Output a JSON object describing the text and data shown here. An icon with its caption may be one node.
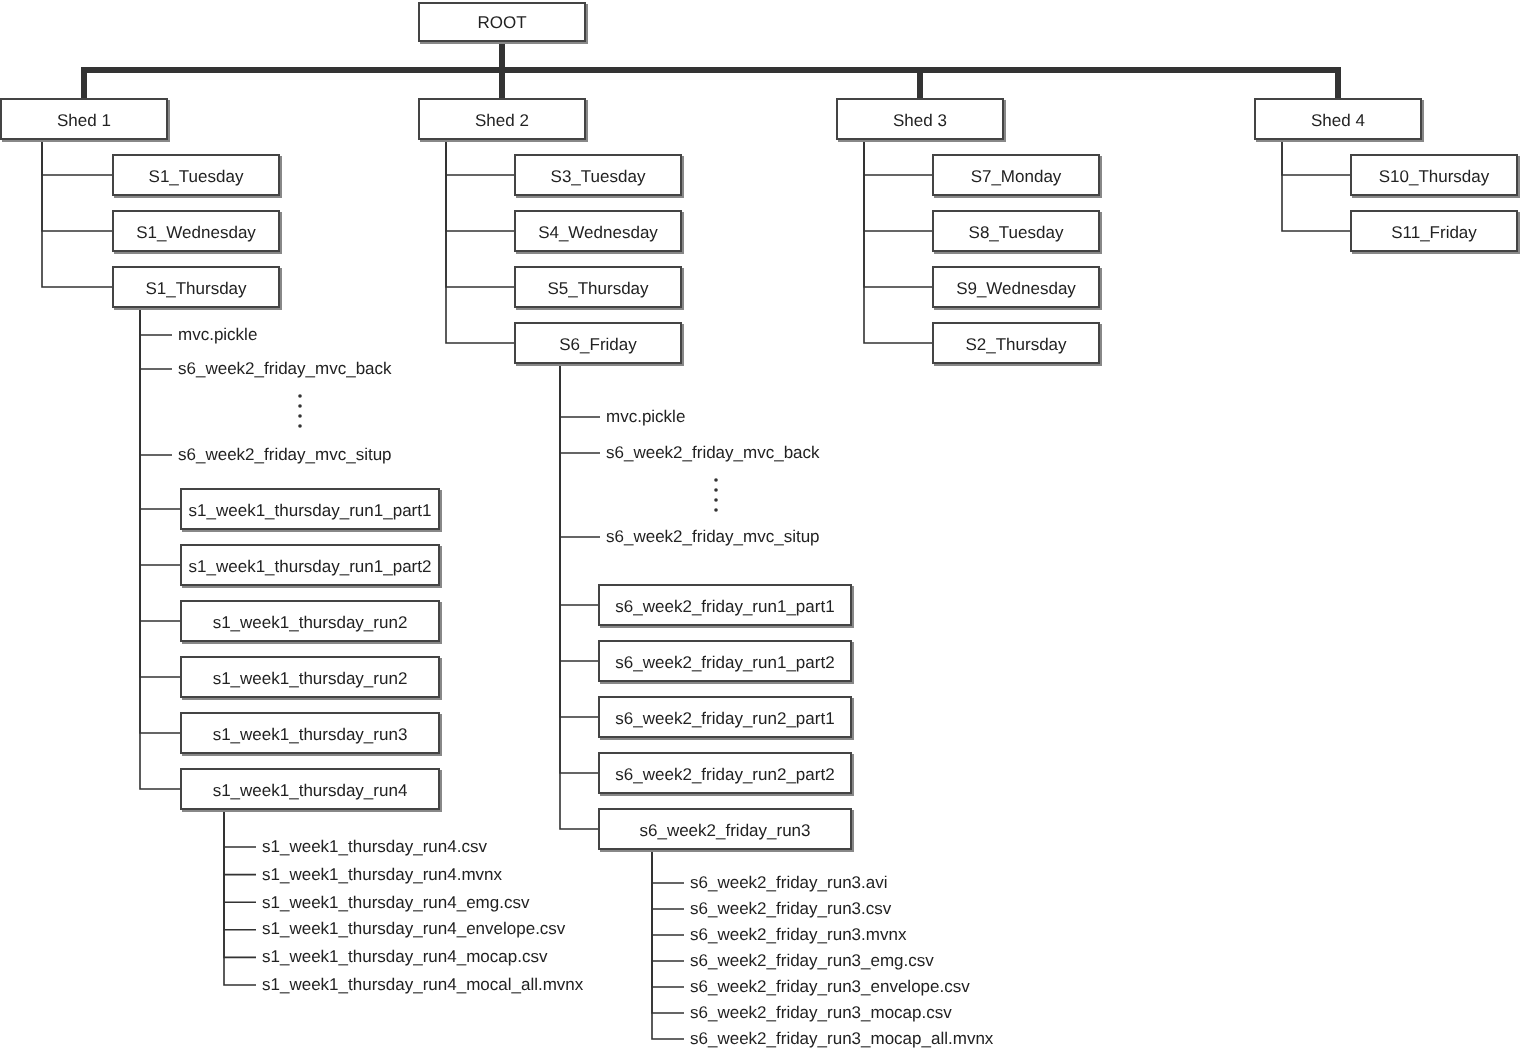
{
  "diagram": {
    "nodes": [
      {
        "text": [
          "ROOT"
        ]
      },
      {
        "text": [
          "Shed 1"
        ]
      },
      {
        "text": [
          "S1_Tuesday"
        ]
      },
      {
        "text": [
          "S1_Wednesday"
        ]
      },
      {
        "text": [
          "S1_Thursday"
        ]
      },
      {
        "text": [
          "mvc.pickle"
        ]
      },
      {
        "text": [
          "s6_week2_friday_mvc_back"
        ]
      },
      {
        "text": [
          "s6_week2_friday_mvc_situp"
        ]
      },
      {
        "text": [
          "s1_week1_thursday_run1_part1"
        ]
      },
      {
        "text": [
          "s1_week1_thursday_run1_part2"
        ]
      },
      {
        "text": [
          "s1_week1_thursday_run2"
        ]
      },
      {
        "text": [
          "s1_week1_thursday_run2"
        ]
      },
      {
        "text": [
          "s1_week1_thursday_run3"
        ]
      },
      {
        "text": [
          "s1_week1_thursday_run4"
        ]
      },
      {
        "text": [
          "s1_week1_thursday_run4.csv"
        ]
      },
      {
        "text": [
          "s1_week1_thursday_run4.mvnx"
        ]
      },
      {
        "text": [
          "s1_week1_thursday_run4_emg.csv"
        ]
      },
      {
        "text": [
          "s1_week1_thursday_run4_envelope.csv"
        ]
      },
      {
        "text": [
          "s1_week1_thursday_run4_mocap.csv"
        ]
      },
      {
        "text": [
          "s1_week1_thursday_run4_mocal_all.mvnx"
        ]
      },
      {
        "text": [
          "Shed 2"
        ]
      },
      {
        "text": [
          "S3_Tuesday"
        ]
      },
      {
        "text": [
          "S4_Wednesday"
        ]
      },
      {
        "text": [
          "S5_Thursday"
        ]
      },
      {
        "text": [
          "S6_Friday"
        ]
      },
      {
        "text": [
          "mvc.pickle"
        ]
      },
      {
        "text": [
          "s6_week2_friday_mvc_back"
        ]
      },
      {
        "text": [
          "s6_week2_friday_mvc_situp"
        ]
      },
      {
        "text": [
          "s6_week2_friday_run1_part1"
        ]
      },
      {
        "text": [
          "s6_week2_friday_run1_part2"
        ]
      },
      {
        "text": [
          "s6_week2_friday_run2_part1"
        ]
      },
      {
        "text": [
          "s6_week2_friday_run2_part2"
        ]
      },
      {
        "text": [
          "s6_week2_friday_run3"
        ]
      },
      {
        "text": [
          "s6_week2_friday_run3.avi"
        ]
      },
      {
        "text": [
          "s6_week2_friday_run3.csv"
        ]
      },
      {
        "text": [
          "s6_week2_friday_run3.mvnx"
        ]
      },
      {
        "text": [
          "s6_week2_friday_run3_emg.csv"
        ]
      },
      {
        "text": [
          "s6_week2_friday_run3_envelope.csv"
        ]
      },
      {
        "text": [
          "s6_week2_friday_run3_mocap.csv"
        ]
      },
      {
        "text": [
          "s6_week2_friday_run3_mocap_all.mvnx"
        ]
      },
      {
        "text": [
          "Shed 3"
        ]
      },
      {
        "text": [
          "S7_Monday"
        ]
      },
      {
        "text": [
          "S8_Tuesday"
        ]
      },
      {
        "text": [
          "S9_Wednesday"
        ]
      },
      {
        "text": [
          "S2_Thursday"
        ]
      },
      {
        "text": [
          "Shed 4"
        ]
      },
      {
        "text": [
          "S10_Thursday"
        ]
      },
      {
        "text": [
          "S11_Friday"
        ]
      }
    ],
    "edges": [
      {
        "from": 0,
        "to": 1,
        "arrow": "none",
        "style": "thick"
      },
      {
        "from": 0,
        "to": 20,
        "arrow": "none",
        "style": "thick"
      },
      {
        "from": 0,
        "to": 40,
        "arrow": "none",
        "style": "thick"
      },
      {
        "from": 0,
        "to": 45,
        "arrow": "none",
        "style": "thick"
      },
      {
        "from": 1,
        "to": 2,
        "arrow": "none"
      },
      {
        "from": 1,
        "to": 3,
        "arrow": "none"
      },
      {
        "from": 1,
        "to": 4,
        "arrow": "none"
      },
      {
        "from": 4,
        "to": 5,
        "arrow": "none"
      },
      {
        "from": 4,
        "to": 6,
        "arrow": "none"
      },
      {
        "from": 4,
        "to": 7,
        "arrow": "none"
      },
      {
        "from": 4,
        "to": 8,
        "arrow": "none"
      },
      {
        "from": 4,
        "to": 9,
        "arrow": "none"
      },
      {
        "from": 4,
        "to": 10,
        "arrow": "none"
      },
      {
        "from": 4,
        "to": 11,
        "arrow": "none"
      },
      {
        "from": 4,
        "to": 12,
        "arrow": "none"
      },
      {
        "from": 4,
        "to": 13,
        "arrow": "none"
      },
      {
        "from": 13,
        "to": 14,
        "arrow": "none"
      },
      {
        "from": 13,
        "to": 15,
        "arrow": "none"
      },
      {
        "from": 13,
        "to": 16,
        "arrow": "none"
      },
      {
        "from": 13,
        "to": 17,
        "arrow": "none"
      },
      {
        "from": 13,
        "to": 18,
        "arrow": "none"
      },
      {
        "from": 13,
        "to": 19,
        "arrow": "none"
      },
      {
        "from": 20,
        "to": 21,
        "arrow": "none"
      },
      {
        "from": 20,
        "to": 22,
        "arrow": "none"
      },
      {
        "from": 20,
        "to": 23,
        "arrow": "none"
      },
      {
        "from": 20,
        "to": 24,
        "arrow": "none"
      },
      {
        "from": 24,
        "to": 25,
        "arrow": "none"
      },
      {
        "from": 24,
        "to": 26,
        "arrow": "none"
      },
      {
        "from": 24,
        "to": 27,
        "arrow": "none"
      },
      {
        "from": 24,
        "to": 28,
        "arrow": "none"
      },
      {
        "from": 24,
        "to": 29,
        "arrow": "none"
      },
      {
        "from": 24,
        "to": 30,
        "arrow": "none"
      },
      {
        "from": 24,
        "to": 31,
        "arrow": "none"
      },
      {
        "from": 24,
        "to": 32,
        "arrow": "none"
      },
      {
        "from": 32,
        "to": 33,
        "arrow": "none"
      },
      {
        "from": 32,
        "to": 34,
        "arrow": "none"
      },
      {
        "from": 32,
        "to": 35,
        "arrow": "none"
      },
      {
        "from": 32,
        "to": 36,
        "arrow": "none"
      },
      {
        "from": 32,
        "to": 37,
        "arrow": "none"
      },
      {
        "from": 32,
        "to": 38,
        "arrow": "none"
      },
      {
        "from": 32,
        "to": 39,
        "arrow": "none"
      },
      {
        "from": 40,
        "to": 41,
        "arrow": "none"
      },
      {
        "from": 40,
        "to": 42,
        "arrow": "none"
      },
      {
        "from": 40,
        "to": 43,
        "arrow": "none"
      },
      {
        "from": 40,
        "to": 44,
        "arrow": "none"
      },
      {
        "from": 45,
        "to": 46,
        "arrow": "none"
      },
      {
        "from": 45,
        "to": 47,
        "arrow": "none"
      }
    ]
  }
}
